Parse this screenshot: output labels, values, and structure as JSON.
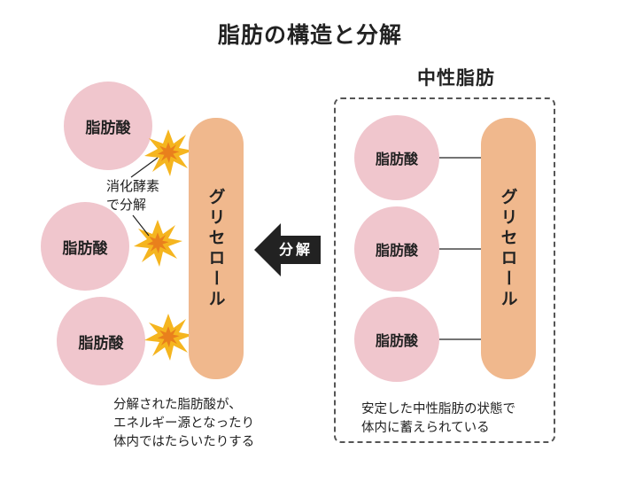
{
  "title": "脂肪の構造と分解",
  "right_title": "中性脂肪",
  "fatty_acid": "脂肪酸",
  "glycerol": "グリセロール",
  "arrow_label": "分解",
  "enzyme_label_1": "消化酵素",
  "enzyme_label_2": "で分解",
  "left_caption": [
    "分解された脂肪酸が、",
    "エネルギー源となったり",
    "体内ではたらいたりする"
  ],
  "right_caption": [
    "安定した中性脂肪の状態で",
    "体内に蓄えられている"
  ],
  "colors": {
    "circle_pink": "#f0c6cd",
    "glycerol_orange": "#f0b88d",
    "burst_yellow": "#f5b51f",
    "burst_orange": "#e9801c",
    "arrow_dark": "#222222"
  }
}
